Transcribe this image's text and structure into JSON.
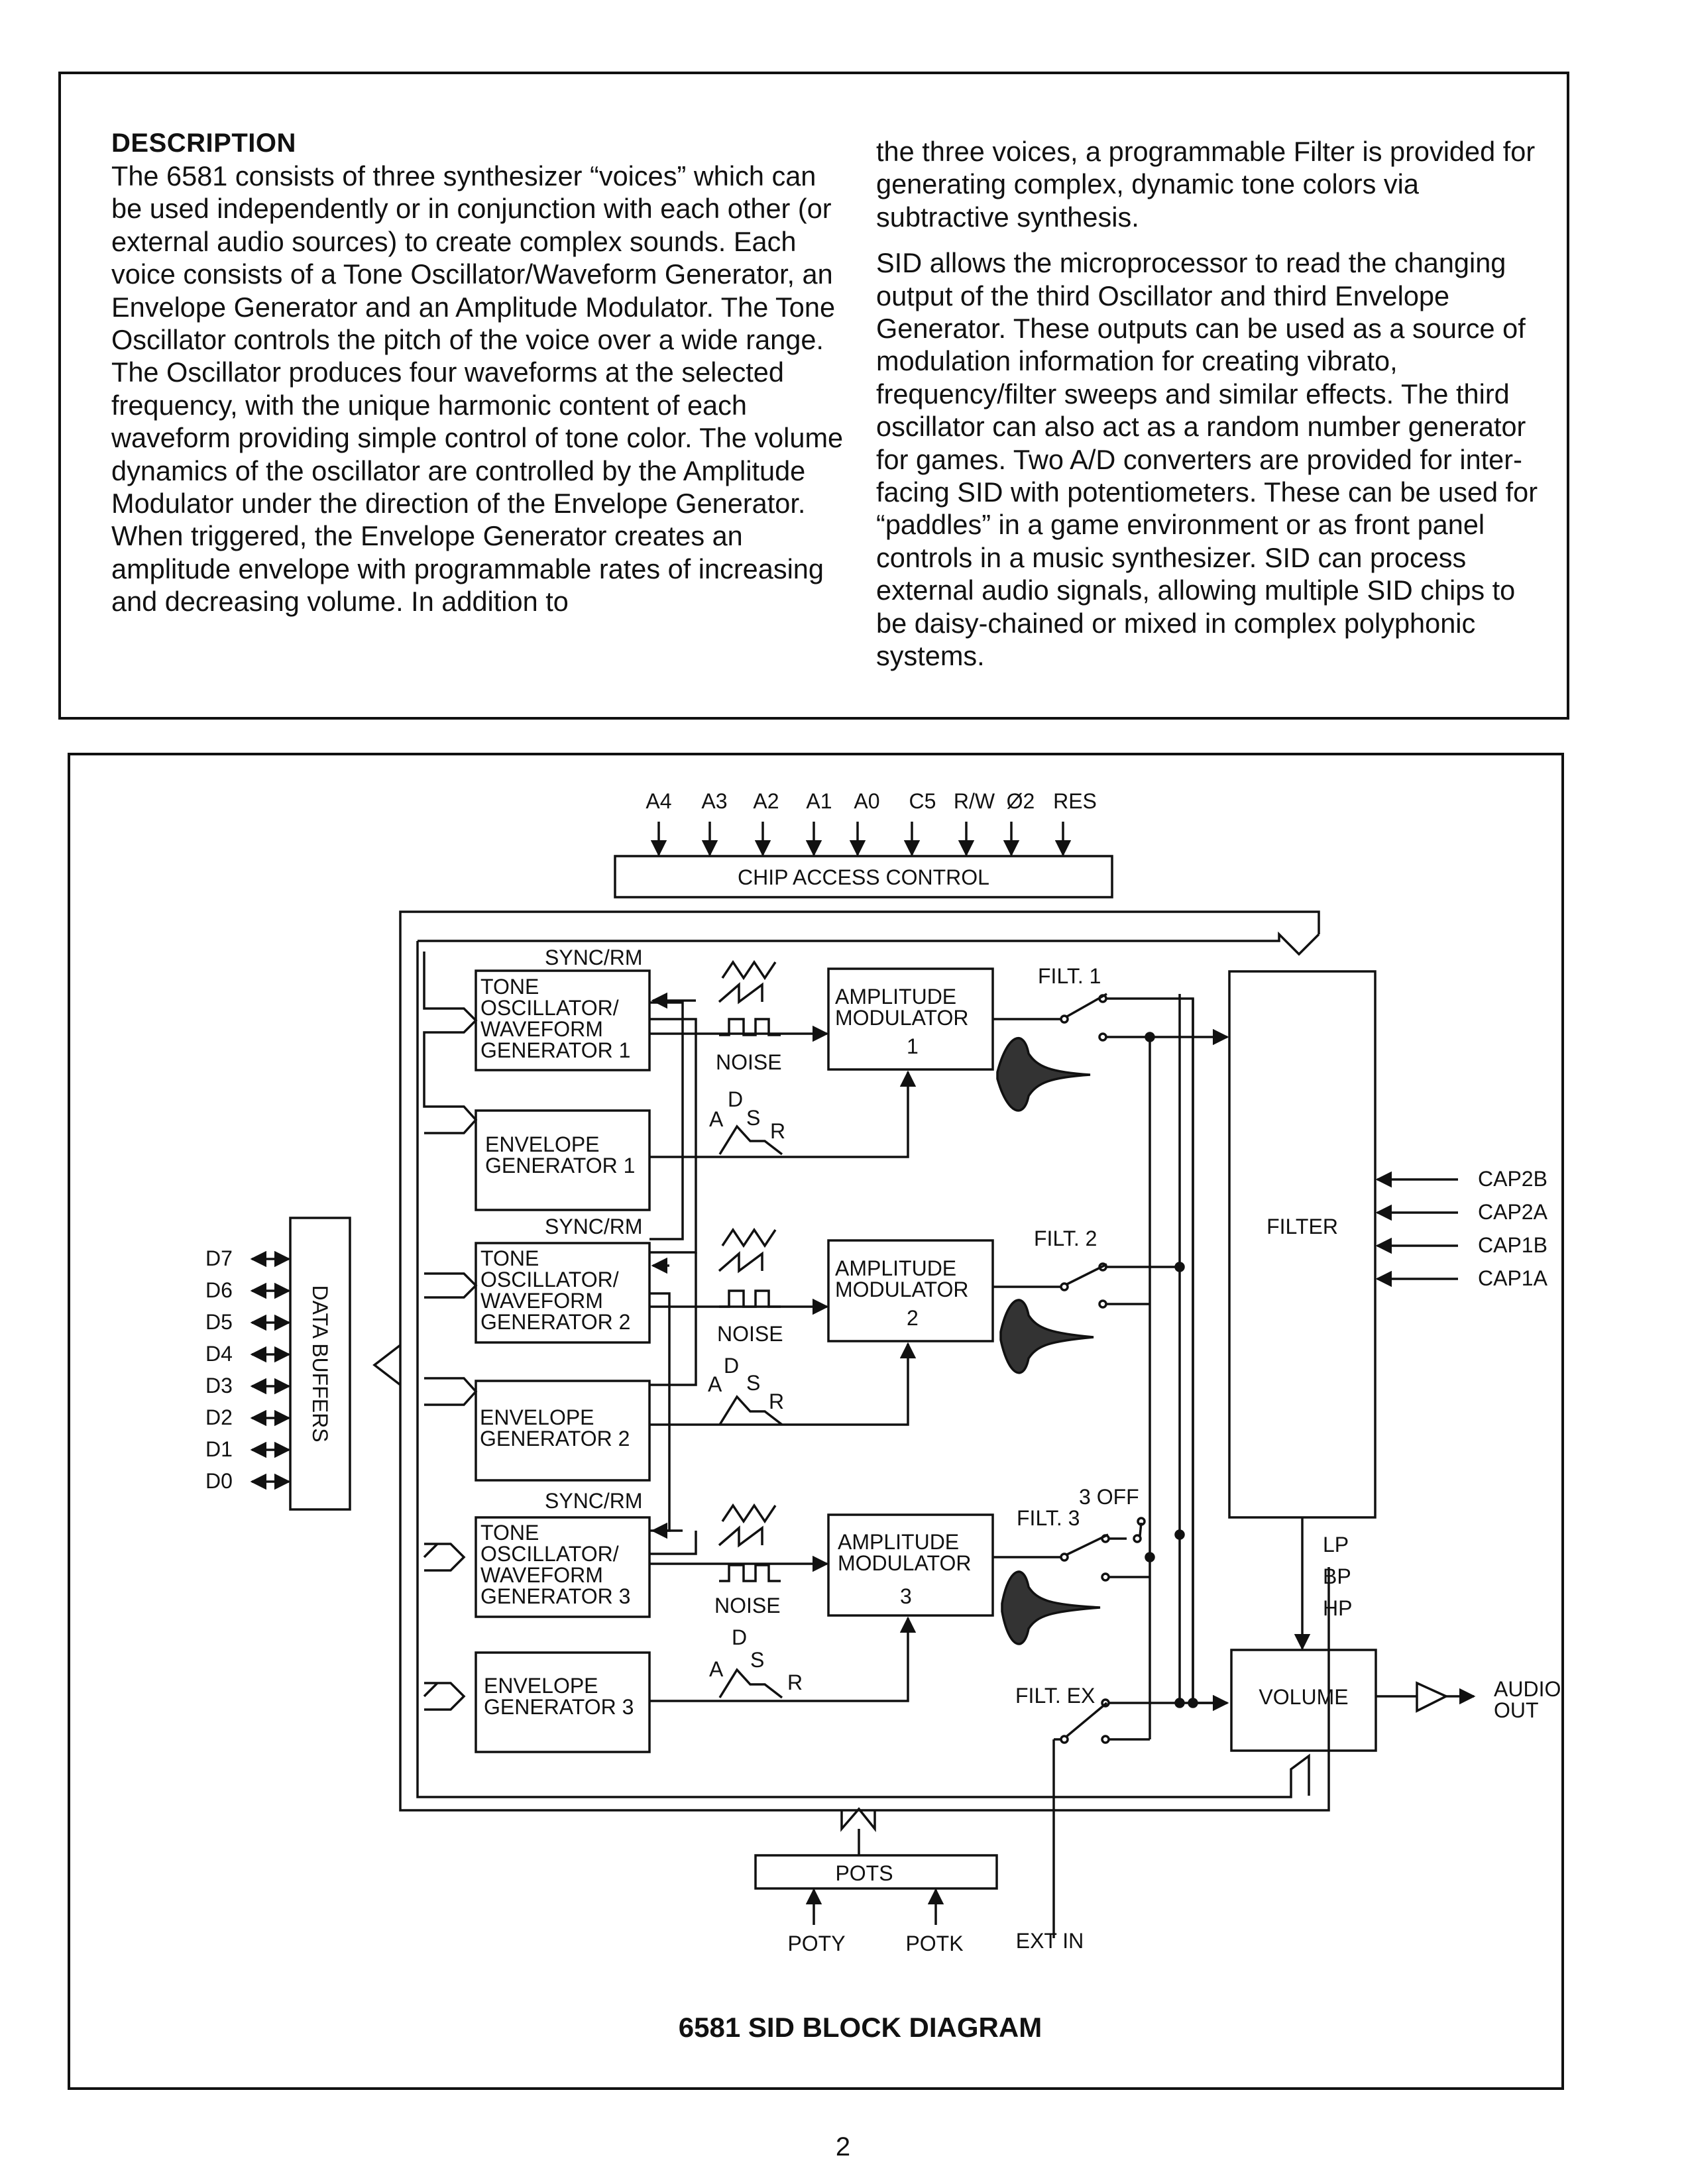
{
  "description": {
    "heading": "DESCRIPTION",
    "left_column": "The 6581 consists of three synthesizer “voices” which can be used independently or in conjunction with each other (or external audio sources) to create complex sounds. Each voice consists of a Tone Oscillator/Waveform Generator, an Envelope Generator and an Amplitude Modulator. The Tone Oscillator controls the pitch of the voice over a wide range. The Oscillator produces four waveforms at the selected frequency, with the unique harmonic content of each waveform providing simple control of tone color. The volume dynamics of the oscillator are controlled by the Amplitude Modulator under the direction of the Envelope Generator. When triggered, the Envelope Generator creates an amplitude envelope with programmable rates of increasing and decreasing volume. In addition to",
    "right_column_p1": "the three voices, a programmable Filter is provided for generating complex, dynamic tone colors via subtractive synthesis.",
    "right_column_p2": "SID allows the microprocessor to read the changing output of the third Oscillator and third Envelope Generator. These outputs can be used as a source of modulation information for creating vibrato, frequency/filter sweeps and similar effects. The third oscillator can also act as a random number generator for games. Two A/D converters are provided for inter-facing SID with potentiometers. These can be used for “paddles” in a game environment or as front panel controls in a music synthesizer. SID can process external audio signals, allowing multiple SID chips to be daisy-chained or mixed in complex polyphonic systems."
  },
  "diagram": {
    "title": "6581 SID BLOCK DIAGRAM",
    "address_pins": [
      "A4",
      "A3",
      "A2",
      "A1",
      "A0",
      "C5",
      "R/W",
      "Ø2",
      "RES"
    ],
    "chip_access_control": "CHIP ACCESS CONTROL",
    "data_pins": [
      "D7",
      "D6",
      "D5",
      "D4",
      "D3",
      "D2",
      "D1",
      "D0"
    ],
    "data_buffers": "DATA BUFFERS",
    "voices": [
      {
        "sync_label": "SYNC/RM",
        "oscillator": [
          "TONE",
          "OSCILLATOR/",
          "WAVEFORM",
          "GENERATOR 1"
        ],
        "envelope": [
          "ENVELOPE",
          "GENERATOR 1"
        ],
        "modulator": [
          "AMPLITUDE",
          "MODULATOR",
          "1"
        ],
        "noise_label": "NOISE",
        "filter_switch": "FILT. 1",
        "adsr": [
          "A",
          "D",
          "S",
          "R"
        ]
      },
      {
        "sync_label": "SYNC/RM",
        "oscillator": [
          "TONE",
          "OSCILLATOR/",
          "WAVEFORM",
          "GENERATOR 2"
        ],
        "envelope": [
          "ENVELOPE",
          "GENERATOR 2"
        ],
        "modulator": [
          "AMPLITUDE",
          "MODULATOR",
          "2"
        ],
        "noise_label": "NOISE",
        "filter_switch": "FILT. 2",
        "adsr": [
          "A",
          "D",
          "S",
          "R"
        ]
      },
      {
        "sync_label": "SYNC/RM",
        "oscillator": [
          "TONE",
          "OSCILLATOR/",
          "WAVEFORM",
          "GENERATOR 3"
        ],
        "envelope": [
          "ENVELOPE",
          "GENERATOR 3"
        ],
        "modulator": [
          "AMPLITUDE",
          "MODULATOR",
          "3"
        ],
        "noise_label": "NOISE",
        "filter_switch": "FILT. 3",
        "adsr": [
          "A",
          "D",
          "S",
          "R"
        ]
      }
    ],
    "three_off": "3 OFF",
    "filt_ex": "FILT. EX",
    "filter": "FILTER",
    "cap_pins": [
      "CAP2B",
      "CAP2A",
      "CAP1B",
      "CAP1A"
    ],
    "filter_outputs": [
      "LP",
      "BP",
      "HP"
    ],
    "volume": "VOLUME",
    "audio_out": [
      "AUDIO",
      "OUT"
    ],
    "pots": "POTS",
    "pot_pins": [
      "POTY",
      "POTK"
    ],
    "ext_in": "EXT IN"
  },
  "page_number": "2"
}
